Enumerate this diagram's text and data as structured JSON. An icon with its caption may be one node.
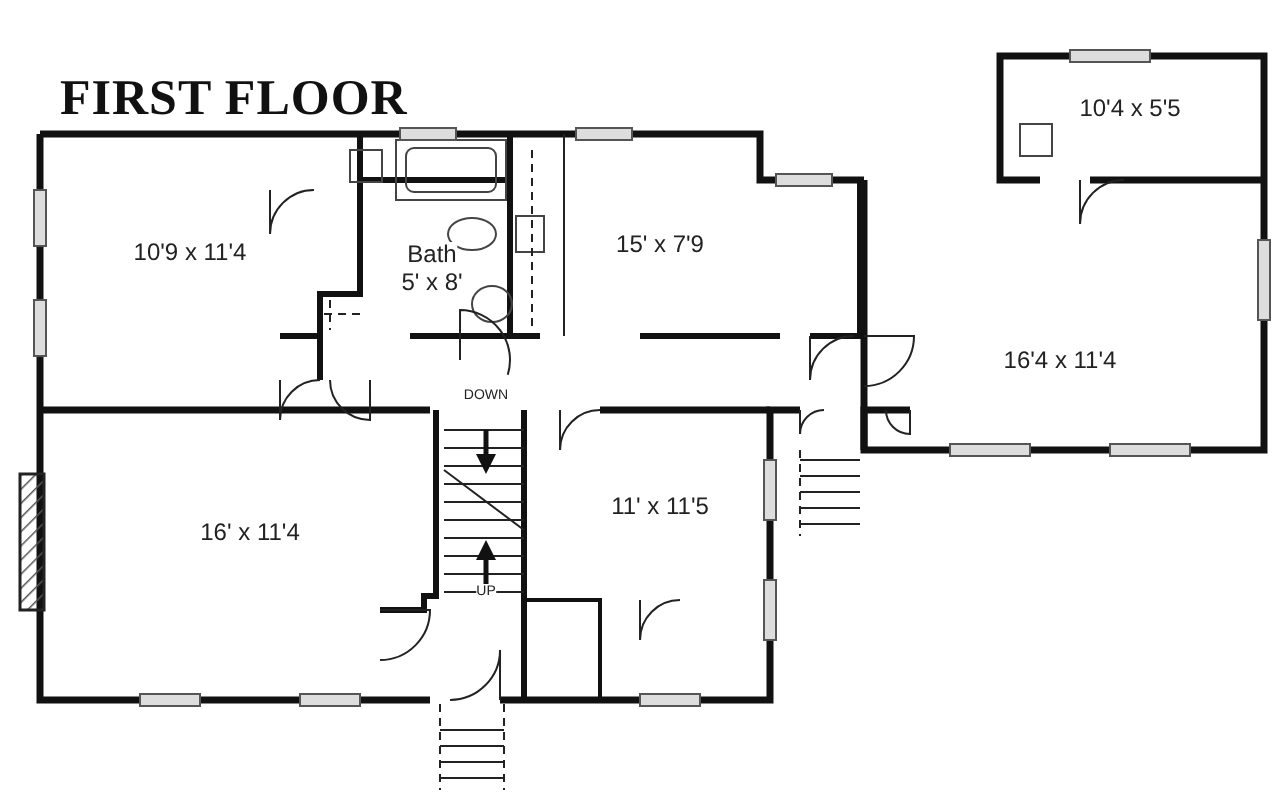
{
  "diagram": {
    "title": "FIRST FLOOR",
    "labels": [
      "10'4 x 5'5",
      "10'9 x 11'4",
      "15' x 7'9",
      "Bath",
      "5' x 8'",
      "16'4 x 11'4",
      "DOWN",
      "16' x 11'4",
      "11' x 11'5",
      "UP"
    ]
  }
}
